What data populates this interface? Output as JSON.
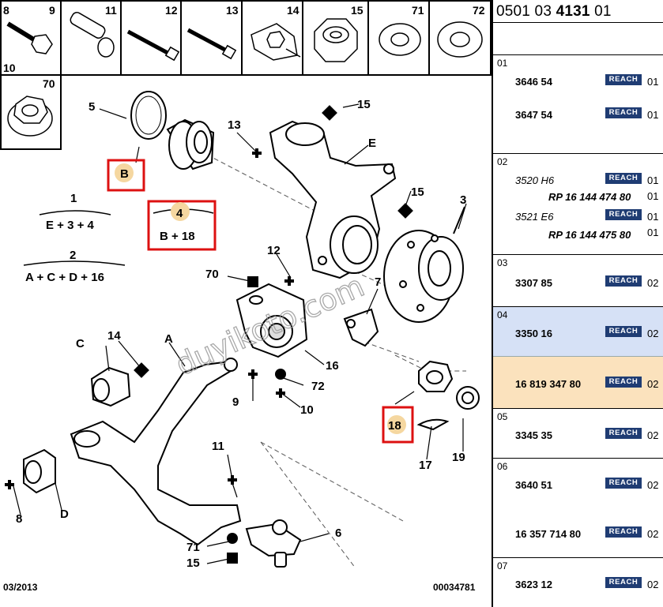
{
  "title": {
    "prefix": "0501 03 ",
    "strong": "4131",
    "suffix": " 01"
  },
  "parts_strip": {
    "row1": [
      "8",
      "9",
      "11",
      "12",
      "13",
      "14",
      "15",
      "71",
      "72"
    ],
    "row1_extra": "10",
    "row2": [
      "70"
    ]
  },
  "callouts": [
    {
      "n": "5"
    },
    {
      "n": "15"
    },
    {
      "n": "13"
    },
    {
      "n": "E"
    },
    {
      "n": "B"
    },
    {
      "n": "1"
    },
    {
      "n": "E + 3 + 4"
    },
    {
      "n": "4"
    },
    {
      "n": "B + 18"
    },
    {
      "n": "2"
    },
    {
      "n": "A + C + D + 16"
    },
    {
      "n": "15"
    },
    {
      "n": "3"
    },
    {
      "n": "12"
    },
    {
      "n": "70"
    },
    {
      "n": "7"
    },
    {
      "n": "C"
    },
    {
      "n": "14"
    },
    {
      "n": "A"
    },
    {
      "n": "16"
    },
    {
      "n": "72"
    },
    {
      "n": "9"
    },
    {
      "n": "10"
    },
    {
      "n": "18"
    },
    {
      "n": "17"
    },
    {
      "n": "19"
    },
    {
      "n": "11"
    },
    {
      "n": "8"
    },
    {
      "n": "D"
    },
    {
      "n": "6"
    },
    {
      "n": "71"
    },
    {
      "n": "15"
    }
  ],
  "footer": {
    "date": "03/2013",
    "code": "00034781"
  },
  "watermark": "duyikoto.com",
  "badge_text": "REACH",
  "sections": [
    {
      "num": "01",
      "rows": [
        {
          "ref": "3646 54",
          "qty": "01"
        },
        {
          "ref": "3647 54",
          "qty": "01"
        }
      ]
    },
    {
      "num": "02",
      "rows": [
        {
          "ref": "3520 H6",
          "qty": "01",
          "alt": true
        },
        {
          "ref": "RP 16 144 474 80",
          "qty": "01",
          "rp": true
        },
        {
          "ref": "3521 E6",
          "qty": "01",
          "alt": true
        },
        {
          "ref": "RP 16 144 475 80",
          "qty": "01",
          "rp": true
        }
      ]
    },
    {
      "num": "03",
      "rows": [
        {
          "ref": "3307 85",
          "qty": "02"
        }
      ]
    },
    {
      "num": "04",
      "rows": [
        {
          "ref": "3350 16",
          "qty": "02"
        },
        {
          "ref": "16 819 347 80",
          "qty": "02"
        }
      ]
    },
    {
      "num": "05",
      "rows": [
        {
          "ref": "3345 35",
          "qty": "02"
        }
      ]
    },
    {
      "num": "06",
      "rows": [
        {
          "ref": "3640 51",
          "qty": "02"
        },
        {
          "ref": "16 357 714 80",
          "qty": "02"
        }
      ]
    },
    {
      "num": "07",
      "rows": [
        {
          "ref": "3623 12",
          "qty": "02"
        }
      ]
    }
  ],
  "colors": {
    "highlight_box": "#dd1111",
    "marker": "#f5d7a0",
    "badge": "#1f3c73",
    "row_blue": "#d6e1f6",
    "row_peach": "#fbe2bd"
  }
}
